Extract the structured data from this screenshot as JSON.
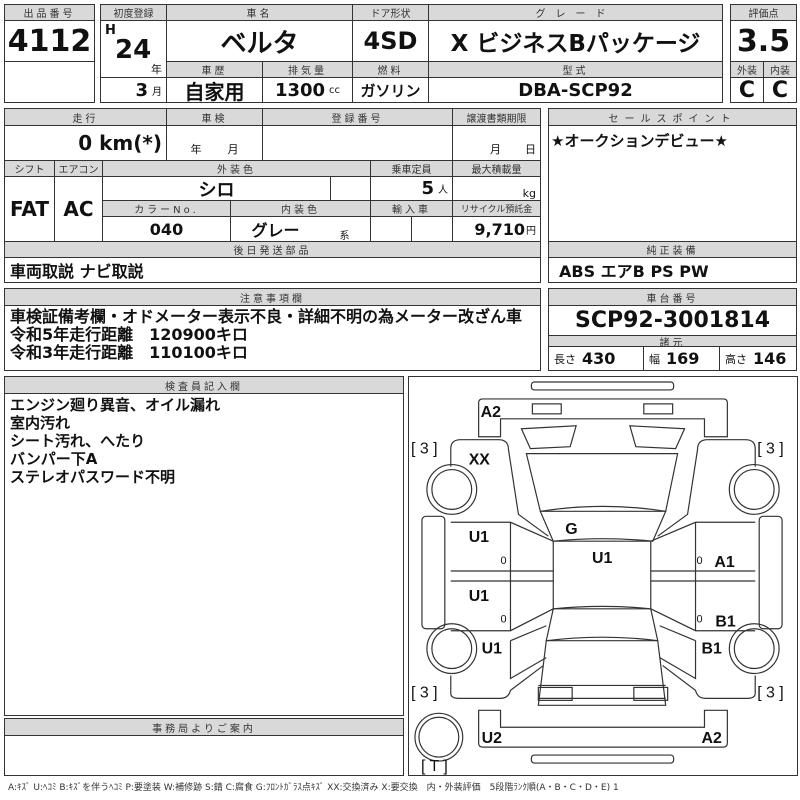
{
  "header": {
    "lot_label": "出品番号",
    "lot": "4112",
    "reg_label": "初度登録",
    "era": "H",
    "year": "24",
    "year_unit": "年",
    "month": "3",
    "month_unit": "月",
    "name_label": "車名",
    "name": "ベルタ",
    "door_label": "ドア形状",
    "door": "4SD",
    "grade_label": "グレード",
    "grade": "X ビジネスBパッケージ",
    "score_label": "評価点",
    "score": "3.5",
    "history_label": "車歴",
    "history": "自家用",
    "disp_label": "排気量",
    "disp": "1300",
    "disp_unit": "cc",
    "fuel_label": "燃料",
    "fuel": "ガソリン",
    "model_label": "型式",
    "model": "DBA-SCP92",
    "ext_label": "外装",
    "ext": "C",
    "int_label": "内装",
    "int": "C"
  },
  "details": {
    "mileage_label": "走行",
    "mileage": "0 km(*)",
    "inspection_label": "車検",
    "inspection_year_unit": "年",
    "inspection_month_unit": "月",
    "plate_label": "登録番号",
    "transfer_label": "譲渡書類期限",
    "transfer_month_unit": "月",
    "transfer_day_unit": "日",
    "shift_label": "シフト",
    "shift": "FAT",
    "ac_label": "エアコン",
    "ac": "AC",
    "color_label": "外装色",
    "color": "シロ",
    "capacity_label": "乗車定員",
    "capacity": "5",
    "capacity_unit": "人",
    "load_label": "最大積載量",
    "load_unit": "kg",
    "colorno_label": "カラーNo.",
    "colorno": "040",
    "intcolor_label": "内装色",
    "intcolor": "グレー",
    "intcolor_unit": "系",
    "import_label": "輸入車",
    "recycle_label": "リサイクル預託金",
    "recycle": "9,710",
    "recycle_unit": "円",
    "later_label": "後日発送部品",
    "later": "車両取説 ナビ取説"
  },
  "sales": {
    "label": "セールスポイント",
    "text": "★オークションデビュー★"
  },
  "equipment": {
    "label": "純正装備",
    "text": "ABS エアB PS PW"
  },
  "notes": {
    "label": "注意事項欄",
    "lines": [
      "車検証備考欄・オドメーター表示不良・詳細不明の為メーター改ざん車",
      "令和5年走行距離　120900キロ",
      "令和3年走行距離　110100キロ"
    ]
  },
  "chassis": {
    "label": "車台番号",
    "number": "SCP92-3001814",
    "spec_label": "諸元",
    "length_label": "長さ",
    "length": "430",
    "width_label": "幅",
    "width": "169",
    "height_label": "高さ",
    "height": "146"
  },
  "inspector": {
    "label": "検査員記入欄",
    "lines": [
      "エンジン廻り異音、オイル漏れ",
      "室内汚れ",
      "シート汚れ、へたり",
      "バンパー下A",
      "ステレオパスワード不明"
    ]
  },
  "office": {
    "label": "事務局よりご案内"
  },
  "diagram": {
    "front_bumper": "A2",
    "fl_tire": "[ 3 ]",
    "fr_tire": "[ 3 ]",
    "rl_tire": "[ 3 ]",
    "rr_tire": "[ 3 ]",
    "spare": "[ T ]",
    "fl_fender": "XX",
    "windshield": "G",
    "roof": "U1",
    "fl_door": "U1",
    "rl_door": "U1",
    "rl_quarter": "U1",
    "fr_door": "A1",
    "rr_door": "B1",
    "rr_quarter": "B1",
    "rear_bumper_l": "U2",
    "rear_bumper_r": "A2",
    "mark": "0"
  },
  "legend": "A:ｷｽﾞ U:ﾍｺﾐ B:ｷｽﾞを伴うﾍｺﾐ P:要塗装 W:補修跡 S:錆 C:腐食 G:ﾌﾛﾝﾄｶﾞﾗｽ点ｷｽﾞ XX:交換済み X:要交換　内・外装評価　5段階ﾗﾝｸ順(A・B・C・D・E) 1"
}
